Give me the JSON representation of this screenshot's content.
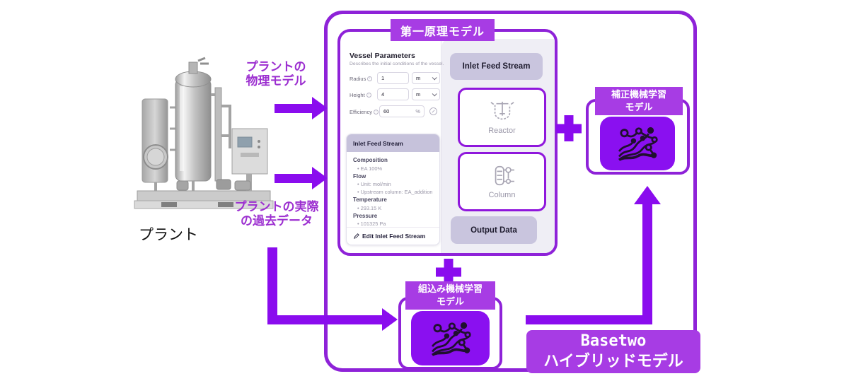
{
  "diagram": {
    "plant_label": "プラント",
    "physical_model_label": [
      "プラントの",
      "物理モデル"
    ],
    "historical_data_label": [
      "プラントの実際",
      "の過去データ"
    ],
    "first_principles_badge": "第一原理モデル",
    "correction_model_badge": [
      "補正機械学習",
      "モデル"
    ],
    "embedded_model_badge": [
      "組込み機械学習",
      "モデル"
    ],
    "hybrid_badge": [
      "Basetwo",
      "ハイブリッドモデル"
    ]
  },
  "app": {
    "vessel_parameters": {
      "title": "Vessel Parameters",
      "subtitle": "Describes the initial conditions of the vessel.",
      "fields": [
        {
          "label": "Radius",
          "value": "1",
          "unit": "m"
        },
        {
          "label": "Height",
          "value": "4",
          "unit": "m"
        },
        {
          "label": "Efficiency",
          "value": "60",
          "unit": "%"
        }
      ]
    },
    "inlet_card": {
      "title": "Inlet Feed Stream",
      "sections": [
        {
          "heading": "Composition",
          "items": [
            "EA 100%"
          ]
        },
        {
          "heading": "Flow",
          "items": [
            "Unit: mol/min",
            "Upstream column: EA_addition"
          ]
        },
        {
          "heading": "Temperature",
          "items": [
            "293.15 K"
          ]
        },
        {
          "heading": "Pressure",
          "items": [
            "101325 Pa"
          ]
        }
      ],
      "edit_button": "Edit Inlet Feed Stream"
    },
    "flowsheet": {
      "inlet_button": "Inlet Feed Stream",
      "reactor_label": "Reactor",
      "column_label": "Column",
      "output_button": "Output Data"
    }
  },
  "colors": {
    "border_purple": "#8E22D8",
    "arrow_purple": "#8A0CEE",
    "badge_purple": "#A73CE4",
    "icon_bg_purple": "#8A10F0",
    "label_text_purple": "#9C2FD0"
  }
}
